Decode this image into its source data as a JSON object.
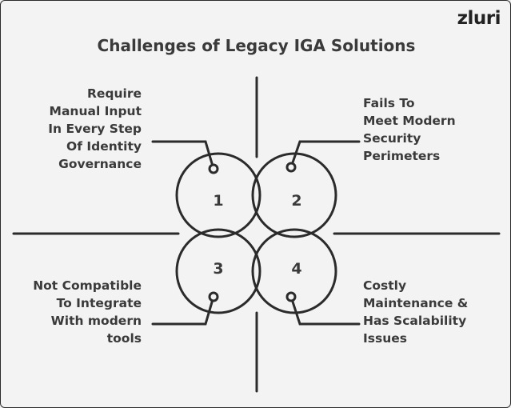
{
  "brand": {
    "logo_text": "zluri"
  },
  "diagram": {
    "title": "Challenges of Legacy IGA Solutions",
    "nodes": [
      {
        "number": "1",
        "lines": [
          "Require",
          "Manual Input",
          "In Every Step",
          "Of Identity",
          "Governance"
        ]
      },
      {
        "number": "2",
        "lines": [
          "Fails To",
          "Meet Modern",
          "Security",
          "Perimeters"
        ]
      },
      {
        "number": "3",
        "lines": [
          "Not Compatible",
          "To Integrate",
          "With modern",
          "tools"
        ]
      },
      {
        "number": "4",
        "lines": [
          "Costly",
          "Maintenance &",
          "Has Scalability",
          "Issues"
        ]
      }
    ]
  },
  "colors": {
    "stroke": "#2b2b2b",
    "text": "#3a3a3a",
    "background": "#f3f3f3"
  }
}
